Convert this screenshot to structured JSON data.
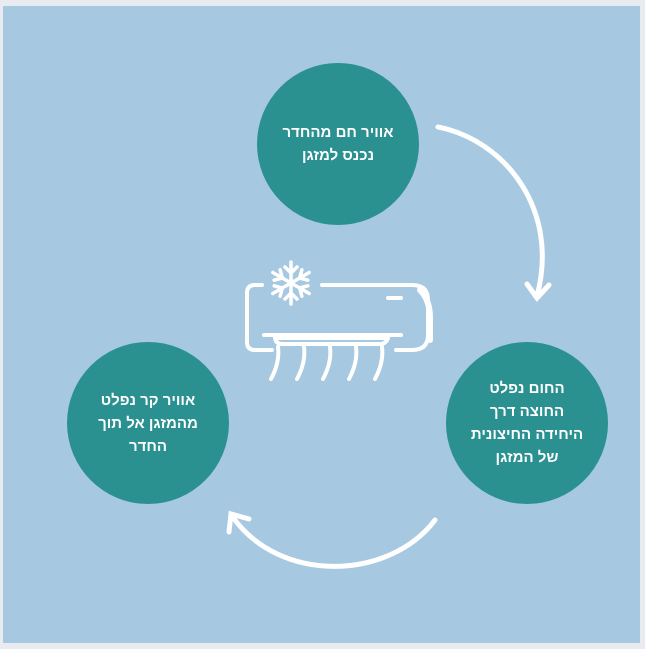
{
  "steps": [
    {
      "lines": [
        "אוויר חם מהחדר",
        "נכנס למזגן"
      ]
    },
    {
      "lines": [
        "החום נפלט",
        "החוצה דרך",
        "היחידה החיצונית",
        "של המזגן"
      ]
    },
    {
      "lines": [
        "אוויר קר נפלט",
        "מהמזגן אל תוך",
        "החדר"
      ]
    }
  ],
  "colors": {
    "background": "#a6c8e0",
    "circle": "#2a9090",
    "stroke": "#ffffff"
  }
}
